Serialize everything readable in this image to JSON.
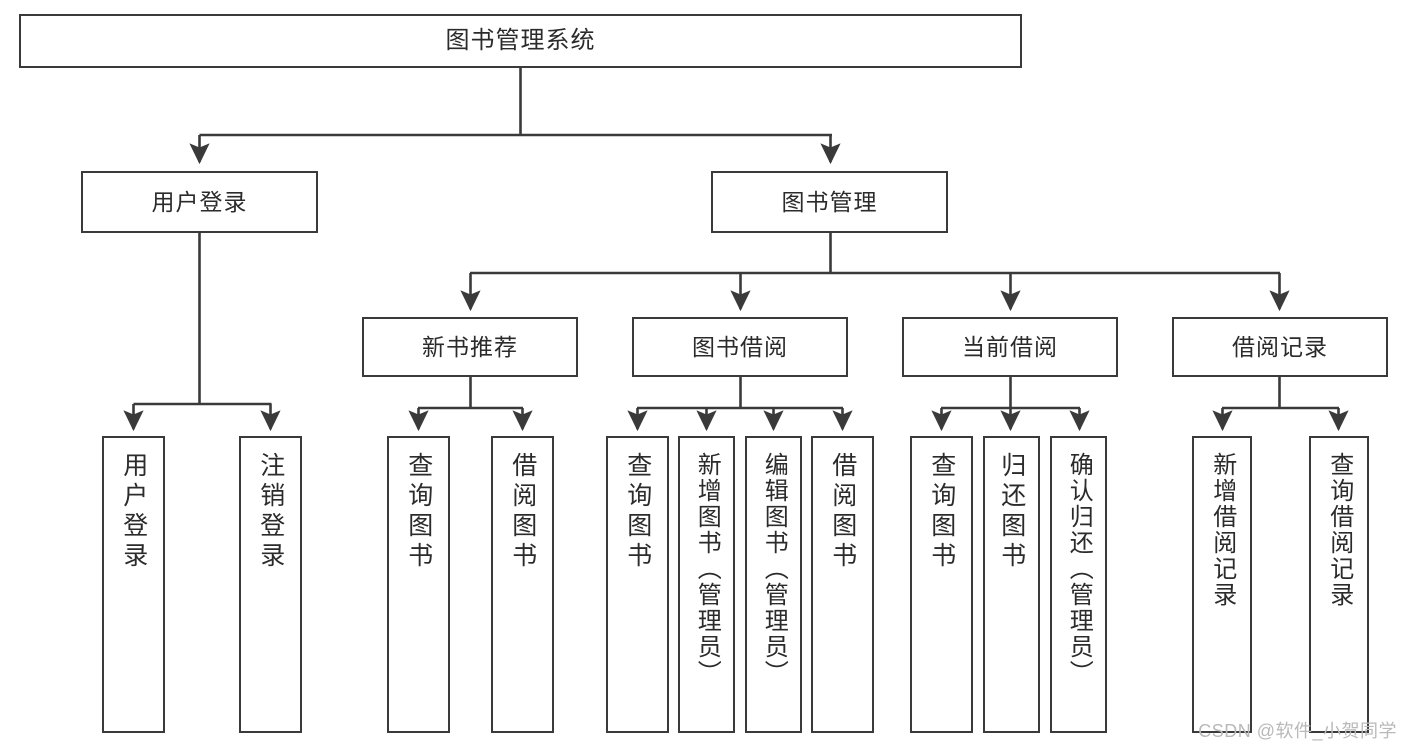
{
  "diagram": {
    "type": "tree",
    "title": "图书管理系统",
    "root": {
      "label": "图书管理系统"
    },
    "level2": [
      {
        "label": "用户登录"
      },
      {
        "label": "图书管理"
      }
    ],
    "level3": [
      {
        "label": "新书推荐"
      },
      {
        "label": "图书借阅"
      },
      {
        "label": "当前借阅"
      },
      {
        "label": "借阅记录"
      }
    ],
    "leaves": {
      "user_login": [
        {
          "label": "用户登录"
        },
        {
          "label": "注销登录"
        }
      ],
      "new_book_recommend": [
        {
          "label": "查询图书"
        },
        {
          "label": "借阅图书"
        }
      ],
      "book_borrow": [
        {
          "label": "查询图书"
        },
        {
          "label": "新增图书（管理员）"
        },
        {
          "label": "编辑图书（管理员）"
        },
        {
          "label": "借阅图书"
        }
      ],
      "current_borrow": [
        {
          "label": "查询图书"
        },
        {
          "label": "归还图书"
        },
        {
          "label": "确认归还（管理员）"
        }
      ],
      "borrow_record": [
        {
          "label": "新增借阅记录"
        },
        {
          "label": "查询借阅记录"
        }
      ]
    }
  },
  "watermark": {
    "text": "CSDN @软件_小贺同学"
  },
  "colors": {
    "box_border": "#3a3a3a",
    "text": "#2b2b2b",
    "line": "#3a3a3a",
    "background": "#ffffff",
    "watermark": "#b9b9b9"
  }
}
